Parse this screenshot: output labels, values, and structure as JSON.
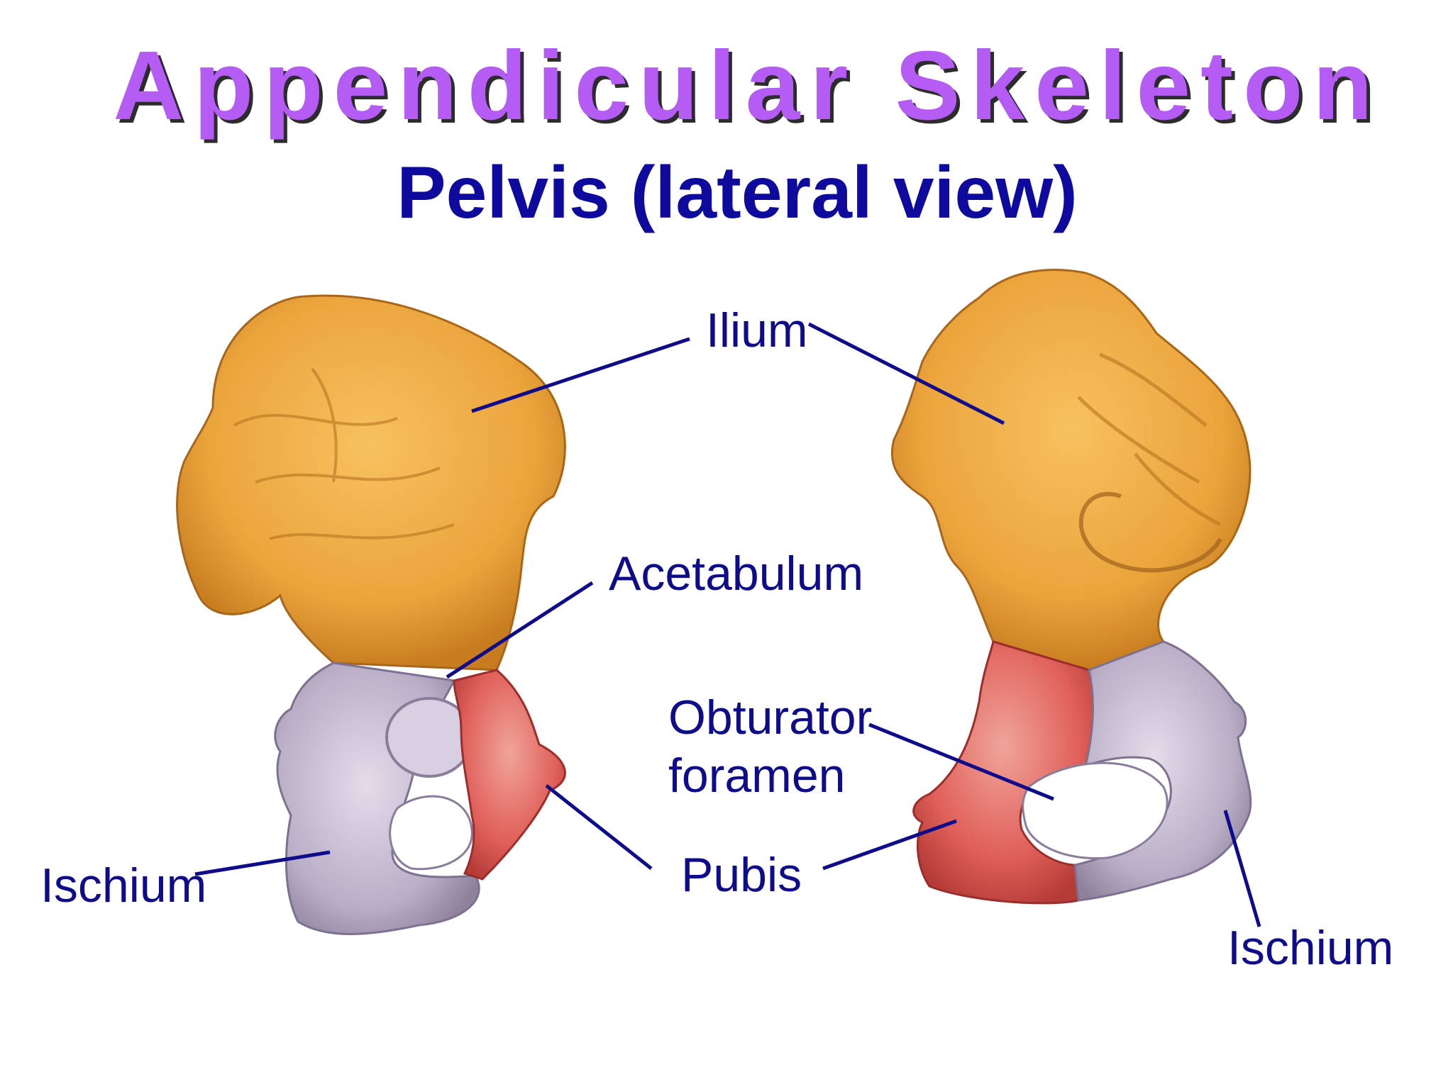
{
  "slide": {
    "title": "Appendicular Skeleton",
    "subtitle": "Pelvis (lateral view)"
  },
  "labels": {
    "ilium": "Ilium",
    "acetabulum": "Acetabulum",
    "obturator_line1": "Obturator",
    "obturator_line2": "foramen",
    "pubis": "Pubis",
    "ischium_left": "Ischium",
    "ischium_right": "Ischium"
  },
  "colors": {
    "title": "#b55cf5",
    "subtitle": "#0e0a9e",
    "labels": "#0f0c8c",
    "ilium_bone": "#eba43c",
    "ischium_bone": "#b9aec6",
    "pubis_bone": "#e0605a"
  }
}
